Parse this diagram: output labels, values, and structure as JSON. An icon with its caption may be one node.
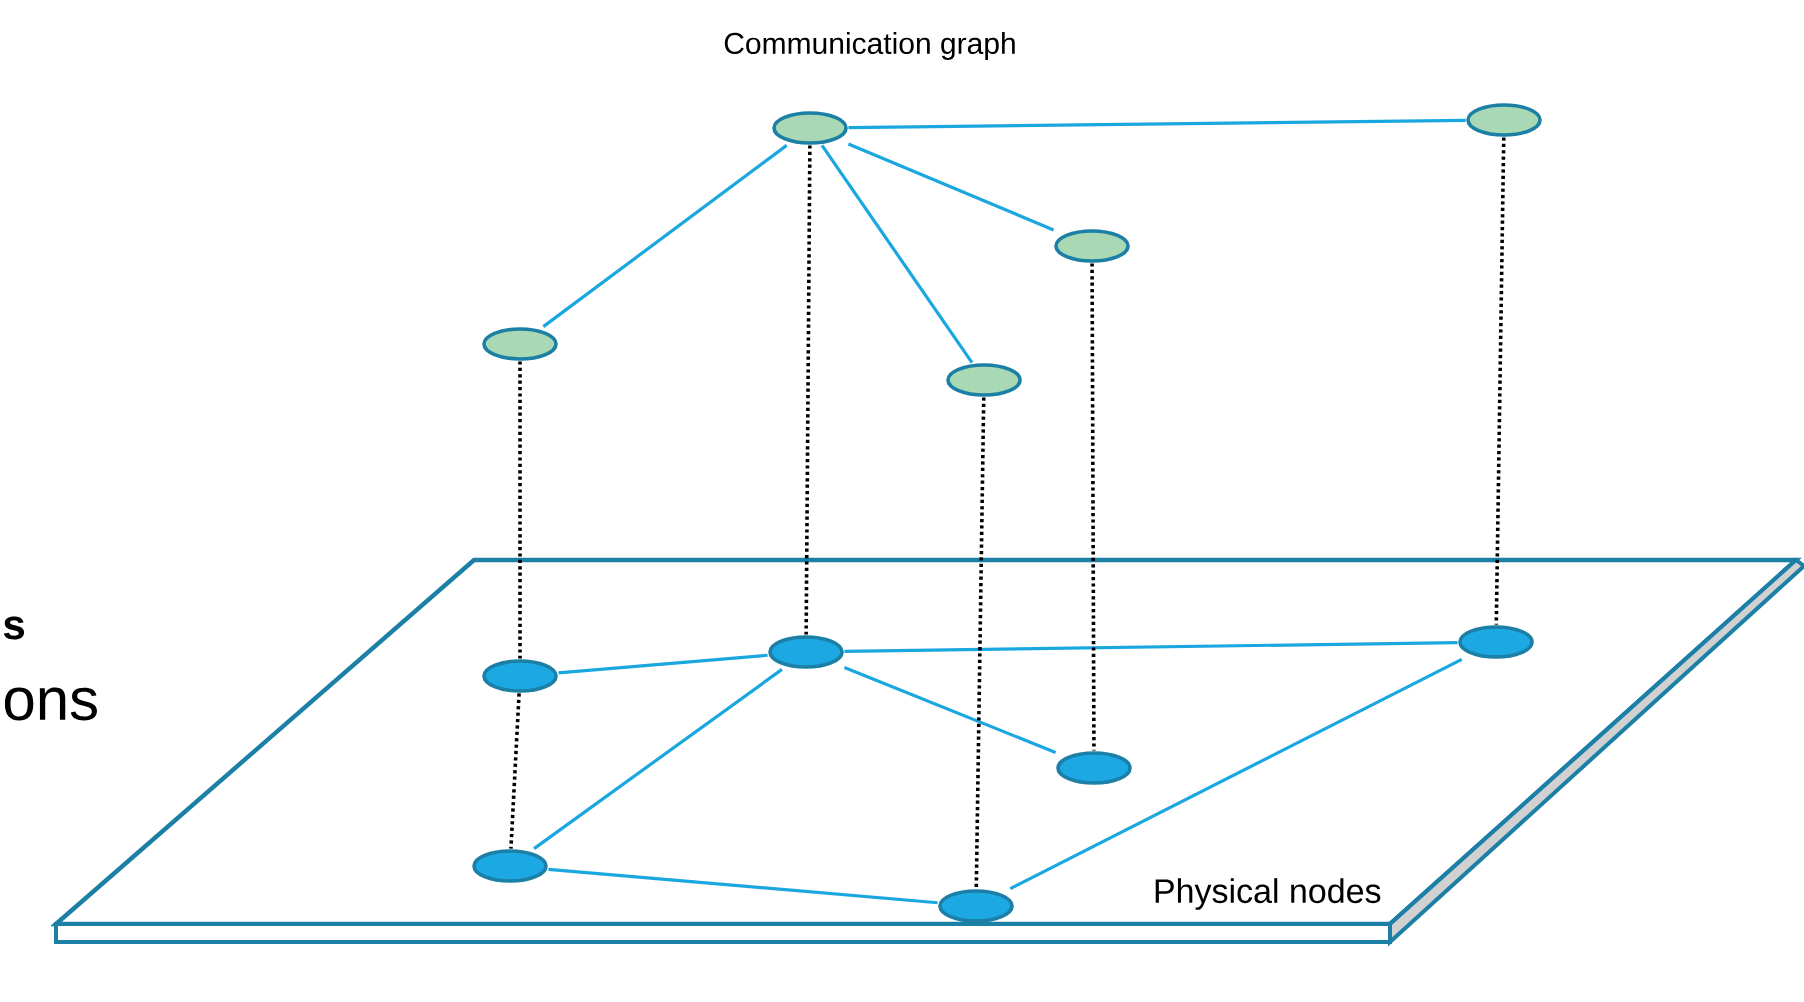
{
  "diagram": {
    "nodes": [
      {
        "text": [
          "Physical nodes"
        ]
      },
      {
        "text": [],
        "shape": "circle"
      },
      {
        "text": [],
        "shape": "circle"
      },
      {
        "text": [],
        "shape": "circle"
      },
      {
        "text": [],
        "shape": "circle"
      },
      {
        "text": [],
        "shape": "circle"
      },
      {
        "text": [],
        "shape": "circle",
        "in": 0
      },
      {
        "text": [],
        "shape": "circle",
        "in": 0
      },
      {
        "text": [],
        "shape": "circle",
        "in": 0
      },
      {
        "text": [],
        "shape": "circle",
        "in": 0
      },
      {
        "text": [],
        "shape": "circle",
        "in": 0
      },
      {
        "text": [],
        "shape": "circle",
        "in": 0
      }
    ],
    "edges": [
      {
        "from": 1,
        "to": 2,
        "arrow": "none"
      },
      {
        "from": 1,
        "to": 3,
        "arrow": "none"
      },
      {
        "from": 1,
        "to": 4,
        "arrow": "none"
      },
      {
        "from": 1,
        "to": 5,
        "arrow": "none"
      },
      {
        "from": 6,
        "to": 7,
        "arrow": "none"
      },
      {
        "from": 7,
        "to": 8,
        "arrow": "none"
      },
      {
        "from": 7,
        "to": 9,
        "arrow": "none"
      },
      {
        "from": 7,
        "to": 10,
        "arrow": "none"
      },
      {
        "from": 10,
        "to": 11,
        "arrow": "none"
      },
      {
        "from": 11,
        "to": 8,
        "arrow": "none"
      },
      {
        "from": 4,
        "to": 6,
        "arrow": "none",
        "style": "dashed",
        "color": "#000000"
      },
      {
        "from": 6,
        "to": 10,
        "arrow": "none",
        "style": "dashed",
        "color": "#000000"
      },
      {
        "from": 1,
        "to": 7,
        "arrow": "none",
        "style": "dashed",
        "color": "#000000"
      },
      {
        "from": 5,
        "to": 11,
        "arrow": "none",
        "style": "dashed",
        "color": "#000000"
      },
      {
        "from": 3,
        "to": 9,
        "arrow": "none",
        "style": "dashed",
        "color": "#000000"
      },
      {
        "from": 2,
        "to": 8,
        "arrow": "none",
        "style": "dashed",
        "color": "#000000"
      }
    ],
    "labels": [
      "Communication graph",
      "s",
      "ons"
    ]
  }
}
